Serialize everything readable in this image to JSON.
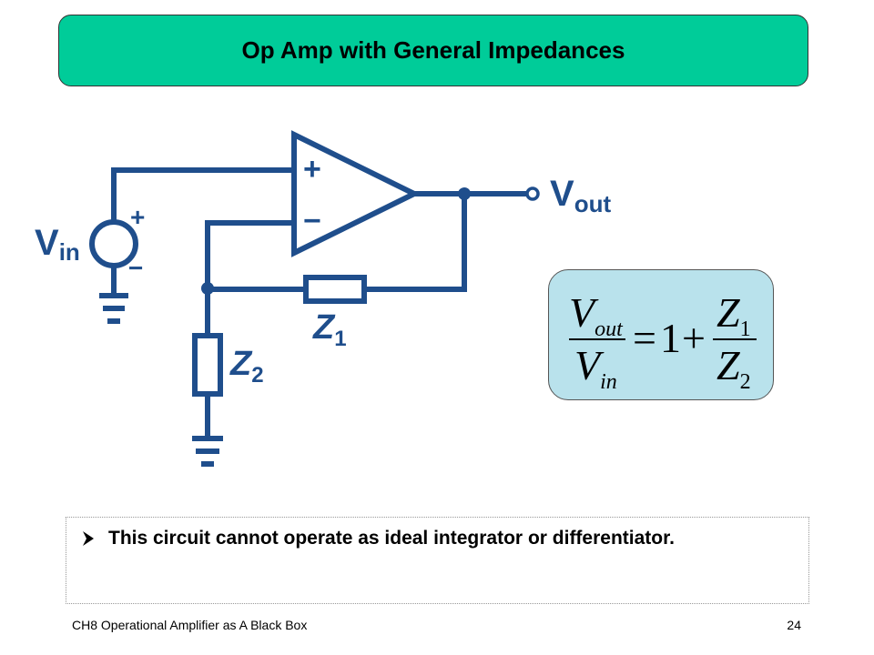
{
  "title": "Op Amp with General Impedances",
  "circuit": {
    "plus_sign": "+",
    "minus_sign": "−",
    "vin_main": "V",
    "vin_sub": "in",
    "vout_main": "V",
    "vout_sub": "out",
    "src_plus": "+",
    "src_minus": "−",
    "z1_main": "Z",
    "z1_sub": "1",
    "z2_main": "Z",
    "z2_sub": "2"
  },
  "equation": {
    "num_v": "V",
    "num_sub": "out",
    "den_v": "V",
    "den_sub": "in",
    "equals": "=",
    "one": "1",
    "plus": "+",
    "z1_main": "Z",
    "z1_sub": "1",
    "z2_main": "Z",
    "z2_sub": "2"
  },
  "bullet": {
    "text": "This circuit cannot operate as ideal integrator or differentiator."
  },
  "footer": {
    "left": "CH8 Operational Amplifier as A Black Box",
    "page": "24"
  }
}
